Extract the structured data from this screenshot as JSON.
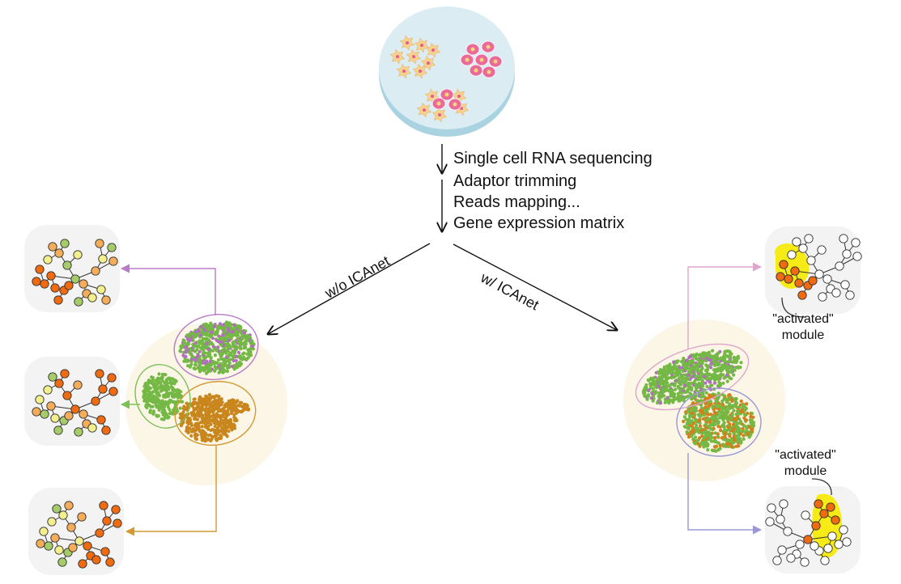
{
  "pipeline_steps": [
    "Single cell RNA sequencing",
    "Adaptor trimming",
    "Reads mapping...",
    "Gene expression matrix"
  ],
  "branches": {
    "left": {
      "label": "w/o ICAnet"
    },
    "right": {
      "label": "w/ ICAnet"
    }
  },
  "annotations": {
    "activated_module_top": [
      "\"activated\"",
      "module"
    ],
    "activated_module_bottom": [
      "\"activated\"",
      "module"
    ]
  },
  "colors": {
    "dish_fill": "#dcecf3",
    "dish_rim": "#a9d3e0",
    "fibroblast": "#f7d18e",
    "round_cell": "#ea6a9a",
    "cluster_bg": "#fbf6e6",
    "green_cells": "#74b845",
    "purple_cells": "#b46bc2",
    "brown_cells": "#c9861d",
    "orange_cells": "#d57f1a",
    "purple_link": "#b77cc7",
    "green_link": "#7cc05a",
    "orange_link": "#d19a32",
    "pink_link": "#e0a5cf",
    "blue_link": "#9c98d6",
    "net_orange": "#f06a10",
    "net_lightorange": "#f5ad5a",
    "net_green": "#a6cc6a",
    "net_yellow": "#f3ef8c",
    "module_highlight": "#f6eb16",
    "panel_bg": "#f3f3f3"
  }
}
